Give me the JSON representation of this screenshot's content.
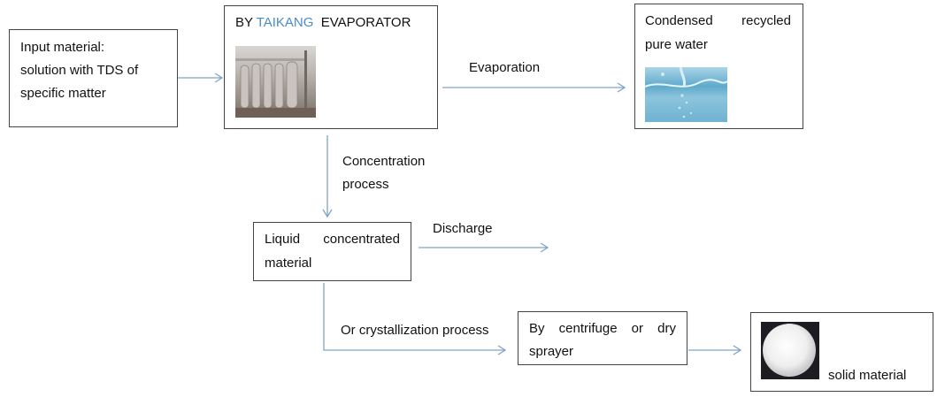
{
  "nodes": {
    "input": {
      "lines": [
        "Input material:",
        "solution with TDS of",
        "specific matter"
      ]
    },
    "evaporator": {
      "prefix": "BY",
      "brand": "TAIKANG",
      "suffix": "EVAPORATOR",
      "brand_color": "#4a8cc9",
      "image": "evaporator-plant-photo"
    },
    "condensed": {
      "line1_a": "Condensed",
      "line1_b": "recycled",
      "line2": "pure water",
      "image": "water-photo"
    },
    "liquid": {
      "line1_a": "Liquid",
      "line1_b": "concentrated",
      "line2": "material"
    },
    "centrifuge": {
      "line1": [
        "By",
        "centrifuge",
        "or",
        "dry"
      ],
      "line2": "sprayer"
    },
    "solid": {
      "label": "solid material",
      "image": "white-powder-photo"
    }
  },
  "edges": {
    "evaporation": "Evaporation",
    "concentration": [
      "Concentration",
      "process"
    ],
    "discharge": "Discharge",
    "crystallization": "Or crystallization process"
  },
  "colors": {
    "arrow": "#7fa3c6",
    "border": "#444444"
  }
}
